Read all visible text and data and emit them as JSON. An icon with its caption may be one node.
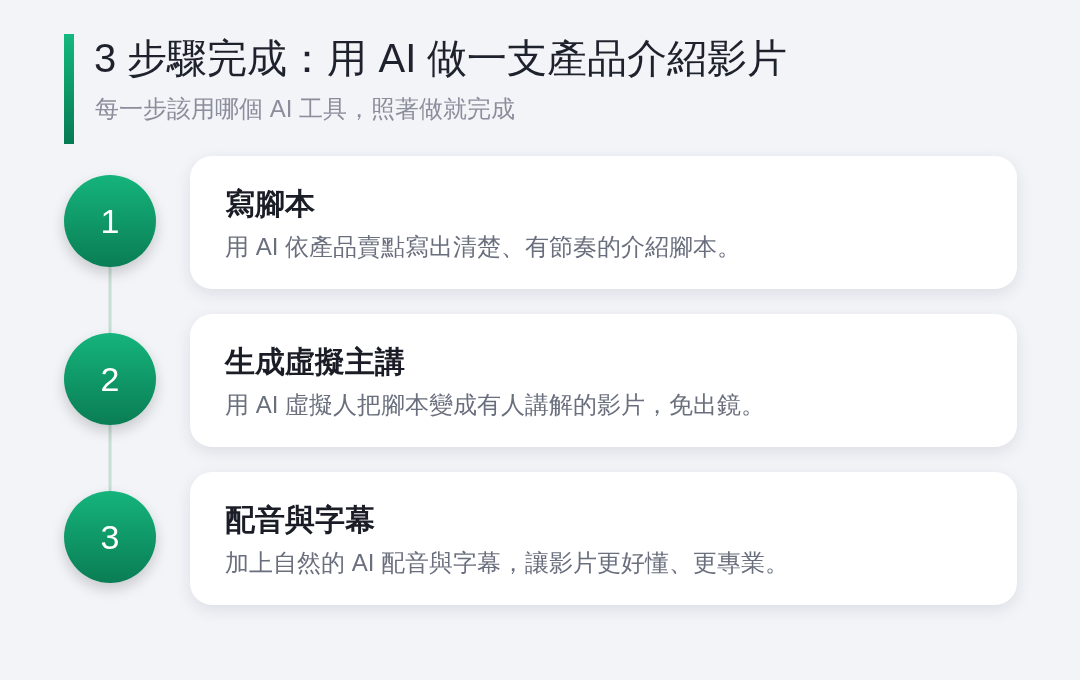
{
  "diagram": {
    "title": "3 步驟完成：用 AI 做一支產品介紹影片",
    "nodes": [
      {
        "text": [
          "1"
        ]
      },
      {
        "text": [
          "寫腳本",
          "用 AI 依產品賣點寫出清楚、有節奏的介紹腳本。"
        ]
      },
      {
        "text": [
          "2"
        ]
      },
      {
        "text": [
          "生成虛擬主講",
          "用 AI 虛擬人把腳本變成有人講解的影片，免出鏡。"
        ]
      },
      {
        "text": [
          "3"
        ]
      },
      {
        "text": [
          "配音與字幕",
          "加上自然的 AI 配音與字幕，讓影片更好懂、更專業。"
        ]
      }
    ],
    "edges": [
      {
        "from": 0,
        "to": 2,
        "arrow": "none"
      },
      {
        "from": 2,
        "to": 4,
        "arrow": "none"
      }
    ],
    "labels": [
      "每一步該用哪個 AI 工具，照著做就完成"
    ]
  }
}
